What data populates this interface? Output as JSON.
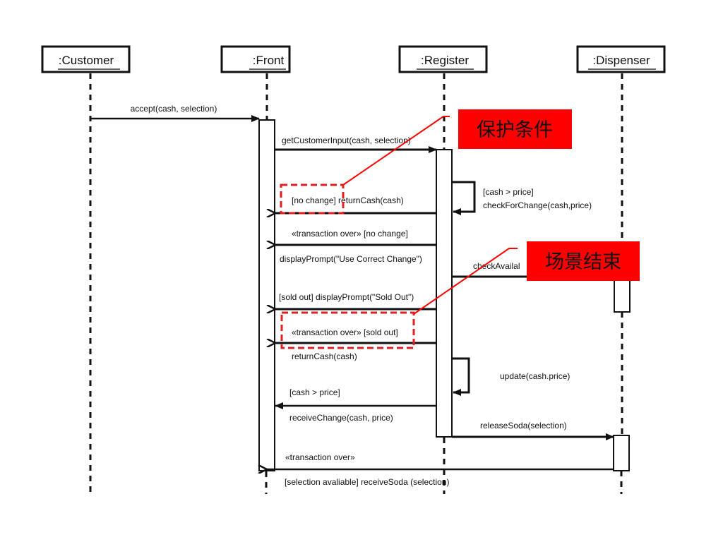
{
  "diagram": {
    "type": "UML sequence diagram",
    "lifelines": [
      {
        "id": "customer",
        "label": ":Customer"
      },
      {
        "id": "front",
        "label": ":Front"
      },
      {
        "id": "register",
        "label": ":Register"
      },
      {
        "id": "dispenser",
        "label": ":Dispenser"
      }
    ],
    "messages": [
      {
        "from": "customer",
        "to": "front",
        "label": "accept(cash, selection)",
        "kind": "call"
      },
      {
        "from": "front",
        "to": "register",
        "label": "getCustomerInput(cash, selection)",
        "kind": "call"
      },
      {
        "from": "register",
        "to": "register",
        "label_line1": "[cash > price]",
        "label_line2": "checkForChange(cash,price)",
        "kind": "self"
      },
      {
        "from": "register",
        "to": "front",
        "label": "[no change] returnCash(cash)",
        "kind": "return"
      },
      {
        "from": "register",
        "to": "front",
        "label": "«transaction over» [no change]",
        "kind": "return"
      },
      {
        "from": "front",
        "to": "front",
        "label": "displayPrompt(\"Use Correct Change\")",
        "kind": "note"
      },
      {
        "from": "register",
        "to": "dispenser",
        "label": "checkAvailability(selection)",
        "visible_label": "checkAvailal",
        "kind": "call"
      },
      {
        "from": "register",
        "to": "front",
        "label": "[sold out] displayPrompt(\"Sold Out\")",
        "kind": "return"
      },
      {
        "from": "register",
        "to": "front",
        "label": "«transaction over» [sold out]",
        "kind": "return"
      },
      {
        "from": "front",
        "to": "front",
        "label": "returnCash(cash)",
        "kind": "note"
      },
      {
        "from": "register",
        "to": "register",
        "label": "update(cash.price)",
        "kind": "self"
      },
      {
        "from": "register",
        "to": "front",
        "label_line1": "[cash > price]",
        "label_line2": "receiveChange(cash, price)",
        "kind": "call"
      },
      {
        "from": "register",
        "to": "dispenser",
        "label": "releaseSoda(selection)",
        "kind": "call"
      },
      {
        "from": "dispenser",
        "to": "front",
        "label_line1": "«transaction over»",
        "label_line2": "[selection avaliable] receiveSoda (selection)",
        "kind": "return"
      }
    ],
    "annotations": [
      {
        "label": "保护条件",
        "meaning": "guard condition",
        "color": "#ff0000",
        "target": "[no change]"
      },
      {
        "label": "场景结束",
        "meaning": "end of scenario",
        "color": "#ff0000",
        "target": "«transaction over» [sold out]"
      }
    ],
    "colors": {
      "line": "#111111",
      "annotation": "#ff0000",
      "highlight_box": "#e02020"
    }
  }
}
